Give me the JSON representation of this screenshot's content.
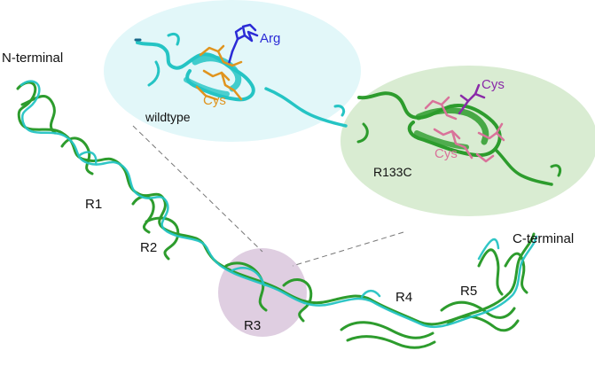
{
  "labels": {
    "n_terminal": "N-terminal",
    "c_terminal": "C-terminal",
    "r1": "R1",
    "r2": "R2",
    "r3": "R3",
    "r4": "R4",
    "r5": "R5",
    "wildtype": "wildtype",
    "mutant": "R133C"
  },
  "insets": {
    "wildtype": {
      "residues": [
        {
          "name": "Arg",
          "color": "#2b2bd6"
        },
        {
          "name": "Cys",
          "color": "#e0941e"
        }
      ]
    },
    "mutant": {
      "residues": [
        {
          "name": "Cys",
          "color": "#8a2aa8"
        },
        {
          "name": "Cys",
          "color": "#d9739a"
        }
      ]
    }
  },
  "colors": {
    "wildtype_ribbon": "#25c4c4",
    "mutant_ribbon": "#2d9c2d",
    "wildtype_bubble": "#e2f7f9",
    "mutant_bubble": "#d9ecd2",
    "r3_highlight": "#dcc9de",
    "connector": "#777777"
  }
}
